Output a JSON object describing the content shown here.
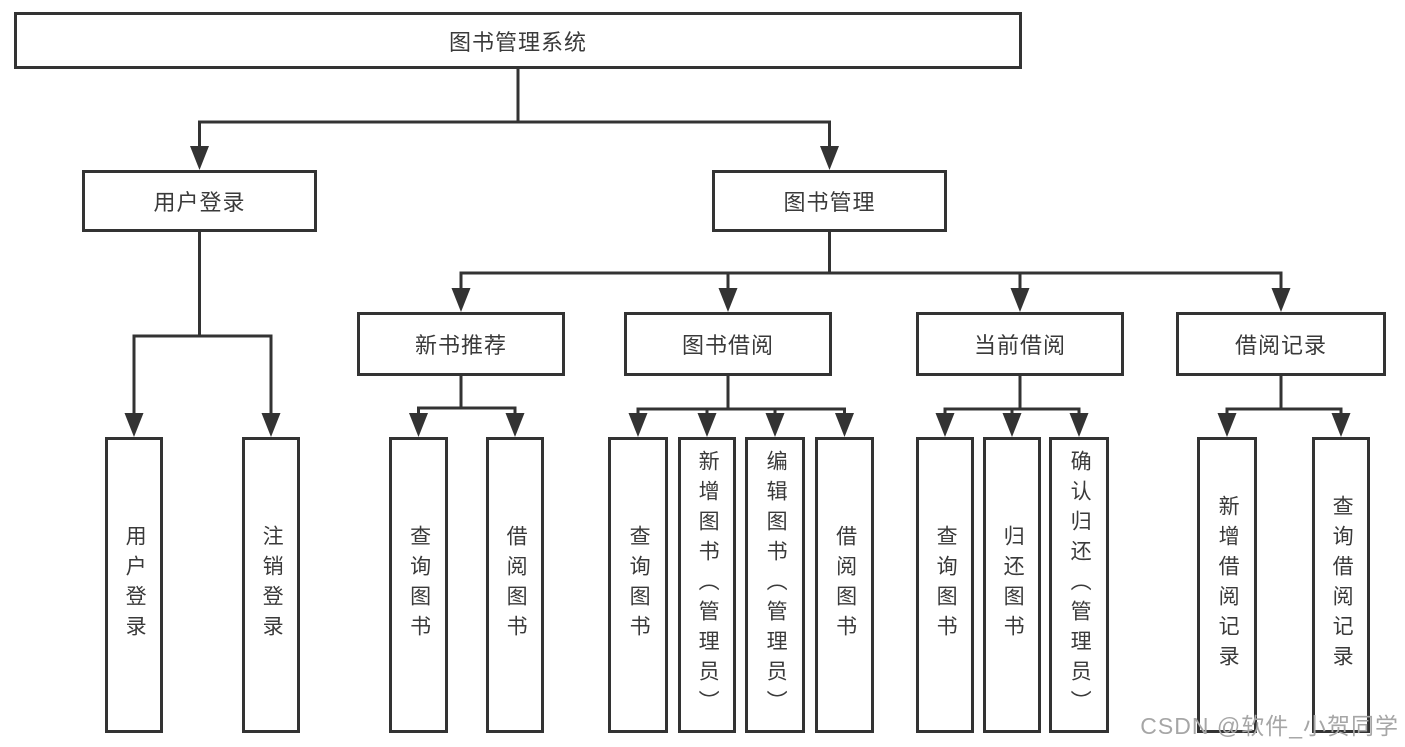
{
  "diagram": {
    "title": "图书管理系统",
    "watermark": "CSDN @软件_小贺同学",
    "colors": {
      "line": "#333333",
      "text": "#3a3a3a",
      "watermark": "#a6a6a6",
      "background": "#ffffff"
    },
    "nodes": {
      "root": {
        "label": "图书管理系统",
        "children": [
          "用户登录",
          "图书管理"
        ]
      },
      "user_login": {
        "label": "用户登录",
        "children": [
          "用户登录",
          "注销登录"
        ]
      },
      "book_mgmt": {
        "label": "图书管理",
        "children": [
          "新书推荐",
          "图书借阅",
          "当前借阅",
          "借阅记录"
        ]
      },
      "new_book_rec": {
        "label": "新书推荐",
        "children": [
          "查询图书",
          "借阅图书"
        ]
      },
      "book_borrow": {
        "label": "图书借阅",
        "children": [
          "查询图书",
          "新增图书（管理员）",
          "编辑图书（管理员）",
          "借阅图书"
        ]
      },
      "current_borrow": {
        "label": "当前借阅",
        "children": [
          "查询图书",
          "归还图书",
          "确认归还（管理员）"
        ]
      },
      "borrow_records": {
        "label": "借阅记录",
        "children": [
          "新增借阅记录",
          "查询借阅记录"
        ]
      },
      "leaf_user_login": {
        "label": "用户登录"
      },
      "leaf_logout": {
        "label": "注销登录"
      },
      "leaf_query_books_rec": {
        "label": "查询图书"
      },
      "leaf_borrow_books_rec": {
        "label": "借阅图书"
      },
      "leaf_query_books_borrow": {
        "label": "查询图书"
      },
      "leaf_add_books_admin": {
        "label": "新增图书（管理员）"
      },
      "leaf_edit_books_admin": {
        "label": "编辑图书（管理员）"
      },
      "leaf_borrow_books_borrow": {
        "label": "借阅图书"
      },
      "leaf_query_books_current": {
        "label": "查询图书"
      },
      "leaf_return_books": {
        "label": "归还图书"
      },
      "leaf_confirm_return_admin": {
        "label": "确认归还（管理员）"
      },
      "leaf_add_borrow_record": {
        "label": "新增借阅记录"
      },
      "leaf_query_borrow_record": {
        "label": "查询借阅记录"
      }
    }
  }
}
